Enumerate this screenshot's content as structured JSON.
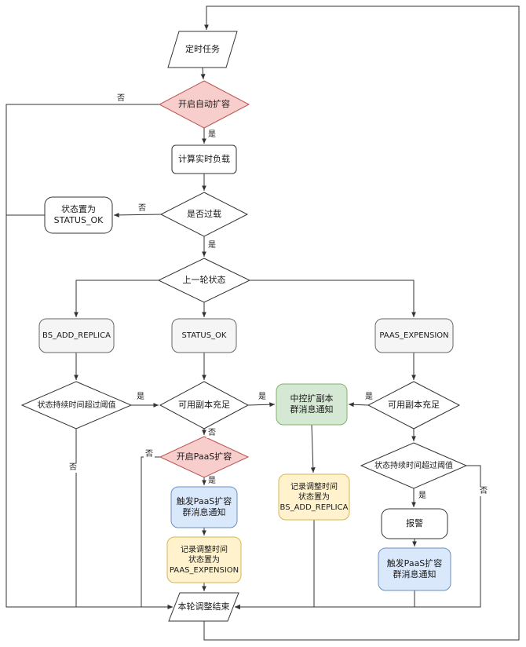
{
  "diagram": {
    "background": "#ffffff",
    "colors": {
      "decision_highlight_fill": "#f8cecc",
      "decision_highlight_stroke": "#b85450",
      "process_blue_fill": "#dae8fc",
      "process_blue_stroke": "#6c8ebf",
      "process_green_fill": "#d5e8d4",
      "process_green_stroke": "#82b366",
      "process_yellow_fill": "#fff2cc",
      "process_yellow_stroke": "#d6b656",
      "state_gray_fill": "#f5f5f5",
      "state_gray_stroke": "#666666",
      "line_color": "#333333"
    },
    "nodes": {
      "start": {
        "label": "定时任务",
        "type": "io-parallelogram"
      },
      "auto_scale": {
        "label": "开启自动扩容",
        "type": "decision"
      },
      "calc_load": {
        "label": "计算实时负载",
        "type": "process"
      },
      "overload": {
        "label": "是否过载",
        "type": "decision"
      },
      "set_status_ok": {
        "label": "状态置为\nSTATUS_OK",
        "type": "process"
      },
      "last_state": {
        "label": "上一轮状态",
        "type": "decision"
      },
      "state_bs": {
        "label": "BS_ADD_REPLICA",
        "type": "state"
      },
      "state_ok": {
        "label": "STATUS_OK",
        "type": "state"
      },
      "state_paas": {
        "label": "PAAS_EXPENSION",
        "type": "state"
      },
      "duration_left": {
        "label": "状态持续时间超过阈值",
        "type": "decision"
      },
      "replicas_mid": {
        "label": "可用副本充足",
        "type": "decision"
      },
      "notify_add_replica": {
        "label": "中控扩副本\n群消息通知",
        "type": "process"
      },
      "replicas_right": {
        "label": "可用副本充足",
        "type": "decision"
      },
      "paas_enabled": {
        "label": "开启PaaS扩容",
        "type": "decision"
      },
      "record_bs": {
        "label": "记录调整时间\n状态置为\nBS_ADD_REPLICA",
        "type": "process"
      },
      "duration_right": {
        "label": "状态持续时间超过阈值",
        "type": "decision"
      },
      "notify_paas_mid": {
        "label": "触发PaaS扩容\n群消息通知",
        "type": "process"
      },
      "record_paas": {
        "label": "记录调整时间\n状态置为\nPAAS_EXPENSION",
        "type": "process"
      },
      "alarm": {
        "label": "报警",
        "type": "process"
      },
      "notify_paas_right": {
        "label": "触发PaaS扩容\n群消息通知",
        "type": "process"
      },
      "end": {
        "label": "本轮调整结束",
        "type": "io-parallelogram"
      }
    },
    "edge_labels": {
      "yes": "是",
      "no": "否"
    }
  }
}
